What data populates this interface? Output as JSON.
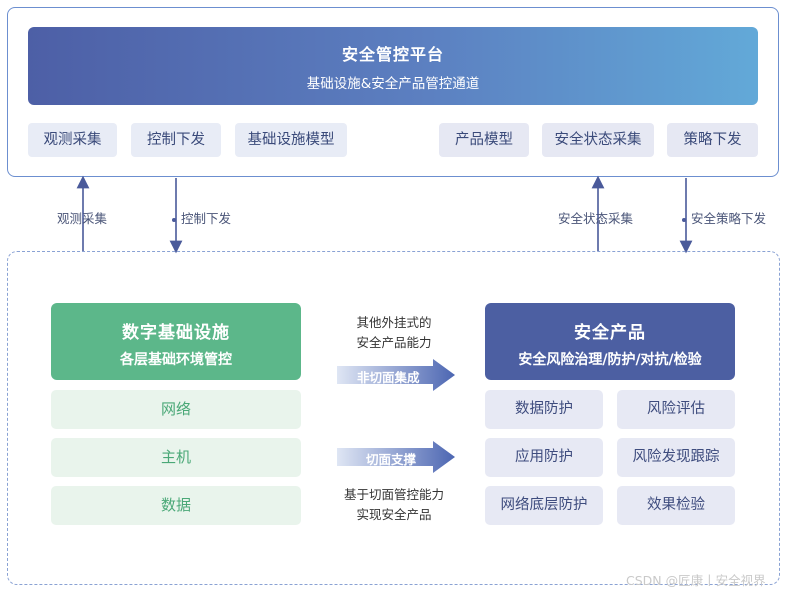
{
  "platform": {
    "title": "安全管控平台",
    "subtitle": "基础设施&安全产品管控通道",
    "left_chips": [
      "观测采集",
      "控制下发",
      "基础设施模型"
    ],
    "right_chips": [
      "产品模型",
      "安全状态采集",
      "策略下发"
    ]
  },
  "connectors": {
    "observe": "观测采集",
    "control": "控制下发",
    "status": "安全状态采集",
    "policy": "安全策略下发"
  },
  "infra": {
    "title": "数字基础设施",
    "subtitle": "各层基础环境管控",
    "items": [
      "网络",
      "主机",
      "数据"
    ]
  },
  "middle": {
    "top_line1": "其他外挂式的",
    "top_line2": "安全产品能力",
    "arrow1": "非切面集成",
    "arrow2": "切面支撑",
    "bottom_line1": "基于切面管控能力",
    "bottom_line2": "实现安全产品"
  },
  "product": {
    "title": "安全产品",
    "subtitle": "安全风险治理/防护/对抗/检验",
    "items": [
      "数据防护",
      "风险评估",
      "应用防护",
      "风险发现跟踪",
      "网络底层防护",
      "效果检验"
    ]
  },
  "watermark": "CSDN @匠康丨安全视界",
  "colors": {
    "platform_gradient_start": "#4d5fa6",
    "platform_gradient_end": "#62a9d8",
    "infra_green": "#5cb78a",
    "product_blue": "#4c5fa2",
    "connector": "#4a5a9a"
  }
}
